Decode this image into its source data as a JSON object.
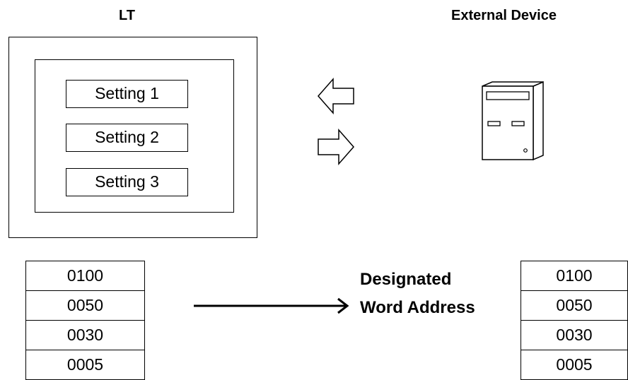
{
  "lt": {
    "heading": "LT",
    "settings": [
      "Setting 1",
      "Setting 2",
      "Setting 3"
    ],
    "values": [
      "0100",
      "0050",
      "0030",
      "0005"
    ]
  },
  "external": {
    "heading": "External Device",
    "values": [
      "0100",
      "0050",
      "0030",
      "0005"
    ]
  },
  "designated_address": {
    "line1": "Designated",
    "line2": "Word Address"
  },
  "icons": {
    "left_arrow": "arrow-left-outline-icon",
    "right_arrow": "arrow-right-outline-icon",
    "device": "computer-tower-icon",
    "transfer_arrow": "arrow-right-icon"
  }
}
